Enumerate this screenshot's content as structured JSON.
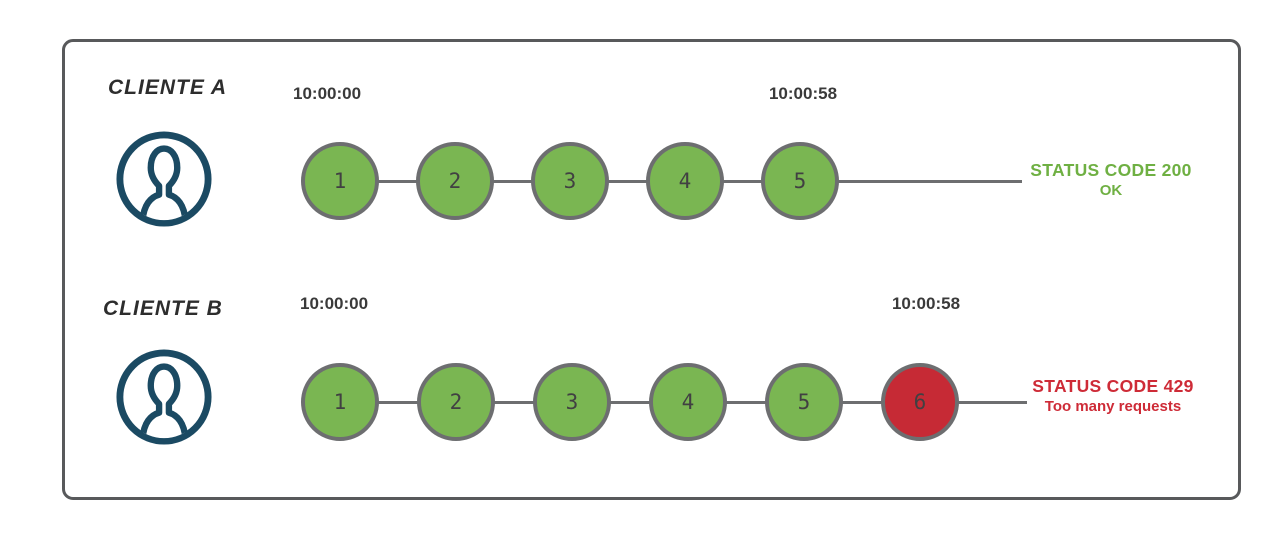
{
  "diagram": {
    "type": "rate-limit-comparison",
    "rows": [
      {
        "client_label": "CLIENTE A",
        "start_time": "10:00:00",
        "end_time": "10:00:58",
        "steps": [
          "1",
          "2",
          "3",
          "4",
          "5"
        ],
        "status_line1": "STATUS CODE 200",
        "status_line2": "OK",
        "status_color": "#6fb043"
      },
      {
        "client_label": "CLIENTE B",
        "start_time": "10:00:00",
        "end_time": "10:00:58",
        "steps": [
          "1",
          "2",
          "3",
          "4",
          "5",
          "6"
        ],
        "status_line1": "STATUS CODE 429",
        "status_line2": "Too many requests",
        "status_color": "#ce2b37"
      }
    ],
    "colors": {
      "request_ok_fill": "#7ab652",
      "request_blocked_fill": "#c62a35",
      "node_border": "#6d6e70",
      "connector_line": "#6d6e70",
      "frame_border": "#58595b",
      "avatar_stroke": "#1b4a63",
      "timestamp_text": "#3a3a3a",
      "label_text": "#2d2d2d",
      "status_ok_text": "#6fb043",
      "status_error_text": "#ce2b37"
    }
  }
}
